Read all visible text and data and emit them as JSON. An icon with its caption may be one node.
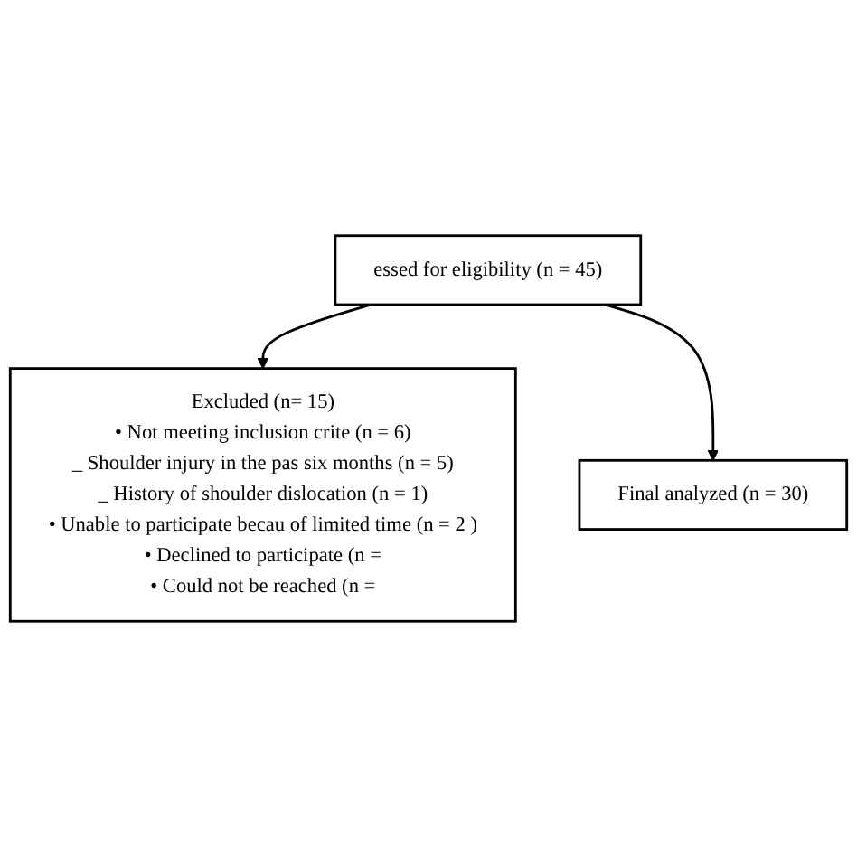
{
  "diagram": {
    "nodes": [
      {
        "text": [
          "essed for eligibility (n = 45)"
        ]
      },
      {
        "text": [
          "Excluded (n= 15)",
          "• Not meeting inclusion crite (n = 6)",
          "_ Shoulder injury in the pas six months (n = 5)",
          "_ History of shoulder dislocation (n = 1)",
          "• Unable to participate becau of limited time (n = 2 )",
          "• Declined to participate (n =",
          "• Could not be reached (n ="
        ]
      },
      {
        "text": [
          "Final analyzed (n = 30)"
        ]
      }
    ],
    "edges": [
      {
        "from": 0,
        "to": 1,
        "arrow": "to"
      },
      {
        "from": 0,
        "to": 2,
        "arrow": "to"
      }
    ]
  }
}
